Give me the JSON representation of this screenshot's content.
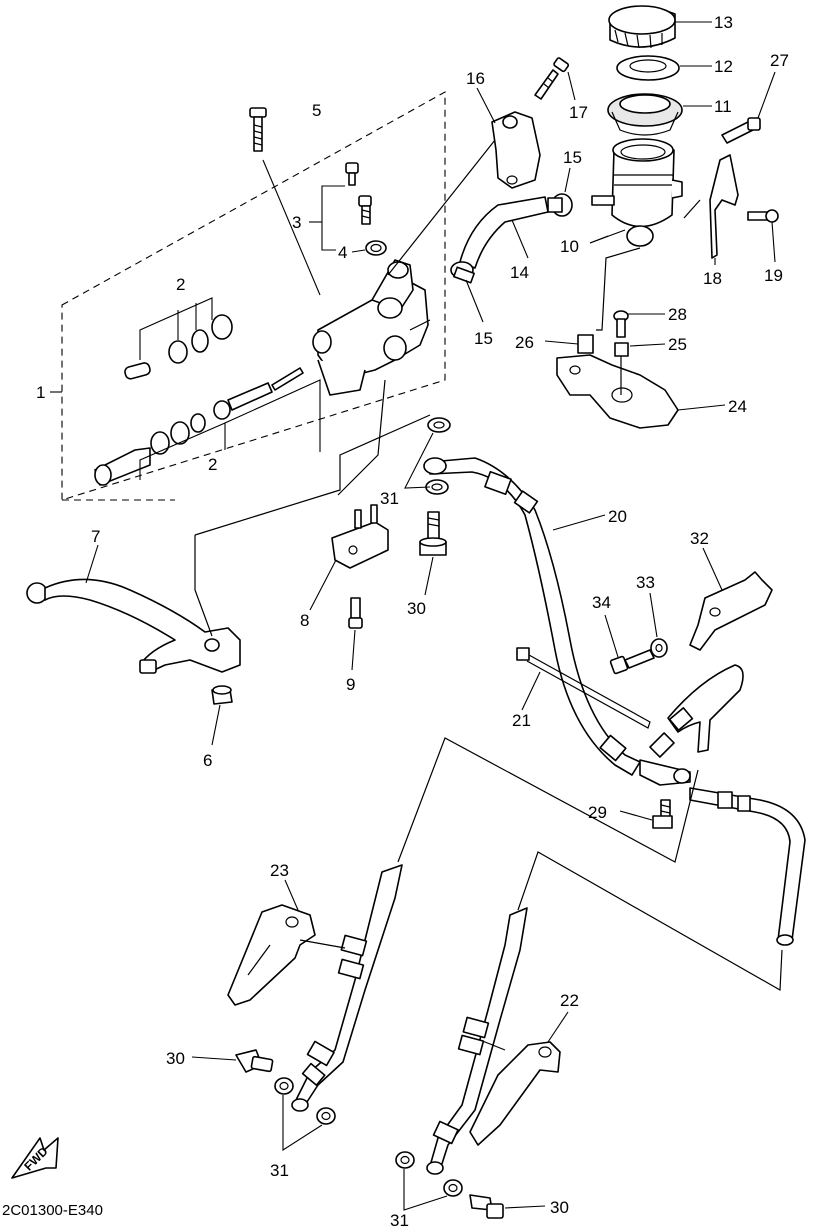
{
  "diagram_code": "2C01300-E340",
  "fwd_label": "FWD",
  "callouts": {
    "p1": "1",
    "p2a": "2",
    "p2b": "2",
    "p3": "3",
    "p4": "4",
    "p5": "5",
    "p6": "6",
    "p7": "7",
    "p8": "8",
    "p9": "9",
    "p10": "10",
    "p11": "11",
    "p12": "12",
    "p13": "13",
    "p14": "14",
    "p15a": "15",
    "p15b": "15",
    "p16": "16",
    "p17": "17",
    "p18": "18",
    "p19": "19",
    "p20": "20",
    "p21": "21",
    "p22": "22",
    "p23": "23",
    "p24": "24",
    "p25": "25",
    "p26": "26",
    "p27": "27",
    "p28": "28",
    "p29": "29",
    "p30a": "30",
    "p30b": "30",
    "p30c": "30",
    "p31a": "31",
    "p31b": "31",
    "p31c": "31",
    "p32": "32",
    "p33": "33",
    "p34": "34"
  }
}
